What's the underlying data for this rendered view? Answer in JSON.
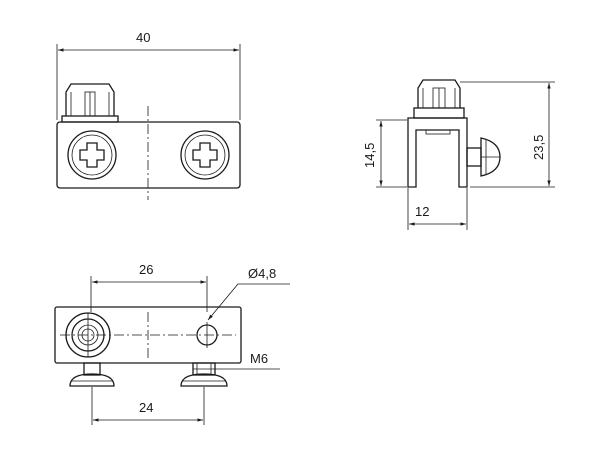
{
  "dimensions": {
    "width_top": "40",
    "height_side": "14,5",
    "height_total": "23,5",
    "width_side": "12",
    "hole_spacing": "26",
    "hole_diameter": "Ø4,8",
    "thread": "M6",
    "screw_spacing": "24"
  }
}
